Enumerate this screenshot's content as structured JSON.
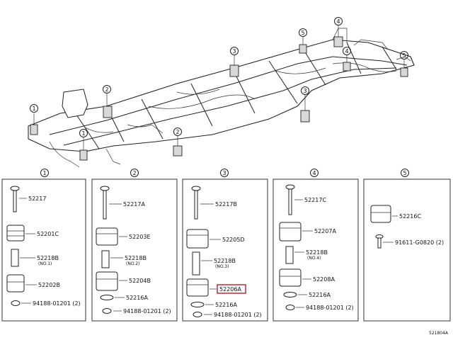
{
  "figure_code": "521804A",
  "callouts": [
    "1",
    "2",
    "3",
    "4",
    "5"
  ],
  "panels": [
    {
      "number": "1",
      "parts": [
        {
          "part_no": "52217"
        },
        {
          "part_no": "52201C"
        },
        {
          "part_no": "52218B",
          "note": "(NO.1)"
        },
        {
          "part_no": "52202B"
        },
        {
          "part_no": "94188-01201 (2)"
        }
      ]
    },
    {
      "number": "2",
      "parts": [
        {
          "part_no": "52217A"
        },
        {
          "part_no": "52203E"
        },
        {
          "part_no": "52218B",
          "note": "(NO.2)"
        },
        {
          "part_no": "52204B"
        },
        {
          "part_no": "52216A"
        },
        {
          "part_no": "94188-01201 (2)"
        }
      ]
    },
    {
      "number": "3",
      "parts": [
        {
          "part_no": "52217B"
        },
        {
          "part_no": "52205D"
        },
        {
          "part_no": "52218B",
          "note": "(NO.3)"
        },
        {
          "part_no": "52206A",
          "highlighted": true
        },
        {
          "part_no": "52216A"
        },
        {
          "part_no": "94188-01201 (2)"
        }
      ]
    },
    {
      "number": "4",
      "parts": [
        {
          "part_no": "52217C"
        },
        {
          "part_no": "52207A"
        },
        {
          "part_no": "52218B",
          "note": "(NO.4)"
        },
        {
          "part_no": "52208A"
        },
        {
          "part_no": "52216A"
        },
        {
          "part_no": "94188-01201 (2)"
        }
      ]
    },
    {
      "number": "5",
      "parts": [
        {
          "part_no": "52216C"
        },
        {
          "part_no": "91611-G0820 (2)"
        }
      ]
    }
  ],
  "colors": {
    "highlight": "#b0202a",
    "line": "#222222",
    "mount_shade": "#d8d8d8"
  }
}
